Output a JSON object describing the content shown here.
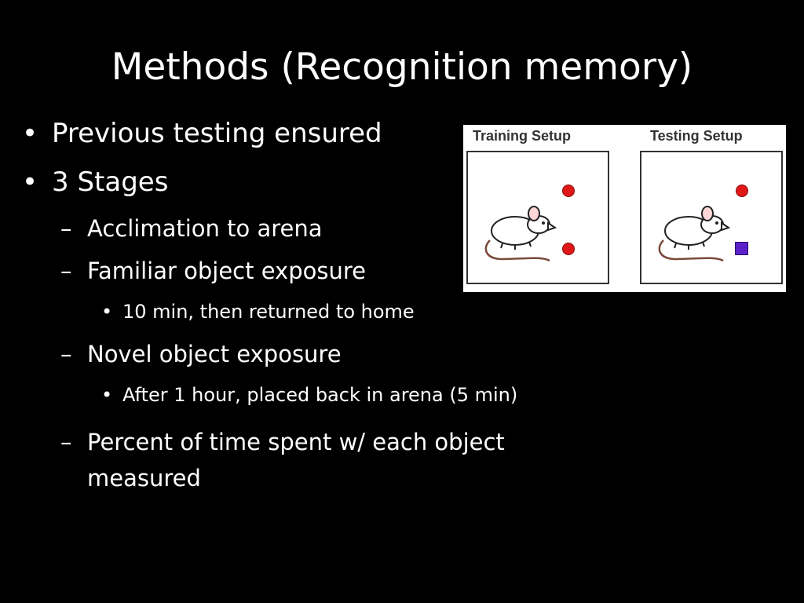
{
  "slide": {
    "title": "Methods (Recognition memory)",
    "bullets": [
      {
        "text": "Previous testing ensured"
      },
      {
        "text": "3 Stages"
      },
      {
        "text": "Acclimation to arena"
      },
      {
        "text": "Familiar object exposure"
      },
      {
        "text": "10 min, then returned to home"
      },
      {
        "text": "Novel object exposure"
      },
      {
        "text": "After 1 hour, placed back in arena (5 min)"
      },
      {
        "text": "Percent of time spent w/ each object measured"
      }
    ],
    "markers": {
      "level1": "•",
      "level2": "–",
      "level3": "•"
    }
  },
  "figure": {
    "training_label": "Training Setup",
    "testing_label": "Testing Setup",
    "colors": {
      "familiar_object": "#e01818",
      "novel_object": "#5b21c8"
    },
    "icons": [
      "mouse-icon",
      "red-circle-object",
      "purple-square-object"
    ]
  }
}
